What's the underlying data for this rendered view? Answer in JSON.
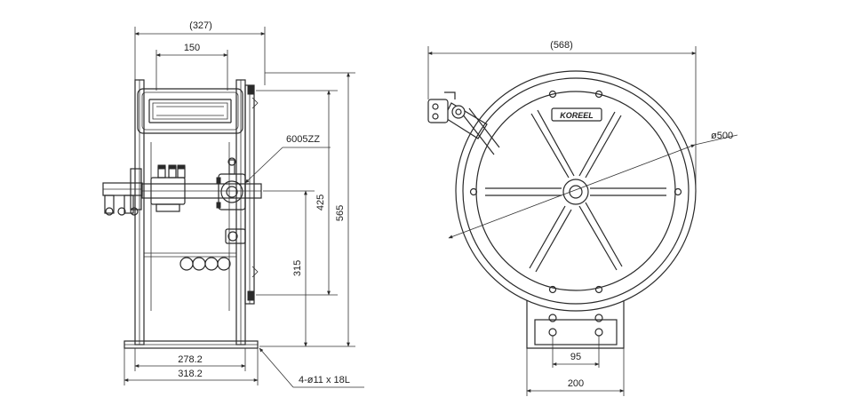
{
  "side_view": {
    "dims": {
      "overall_width": "(327)",
      "frame_width": "150",
      "bearing": "6005ZZ",
      "height_425": "425",
      "height_565": "565",
      "height_315": "315",
      "base_278": "278.2",
      "base_318": "318.2",
      "holes": "4-ø11 x 18L"
    }
  },
  "front_view": {
    "logo": "KOREEL",
    "dims": {
      "overall_width": "(568)",
      "drum_diameter": "ø500",
      "hole_spacing": "95",
      "base_width": "200"
    }
  }
}
